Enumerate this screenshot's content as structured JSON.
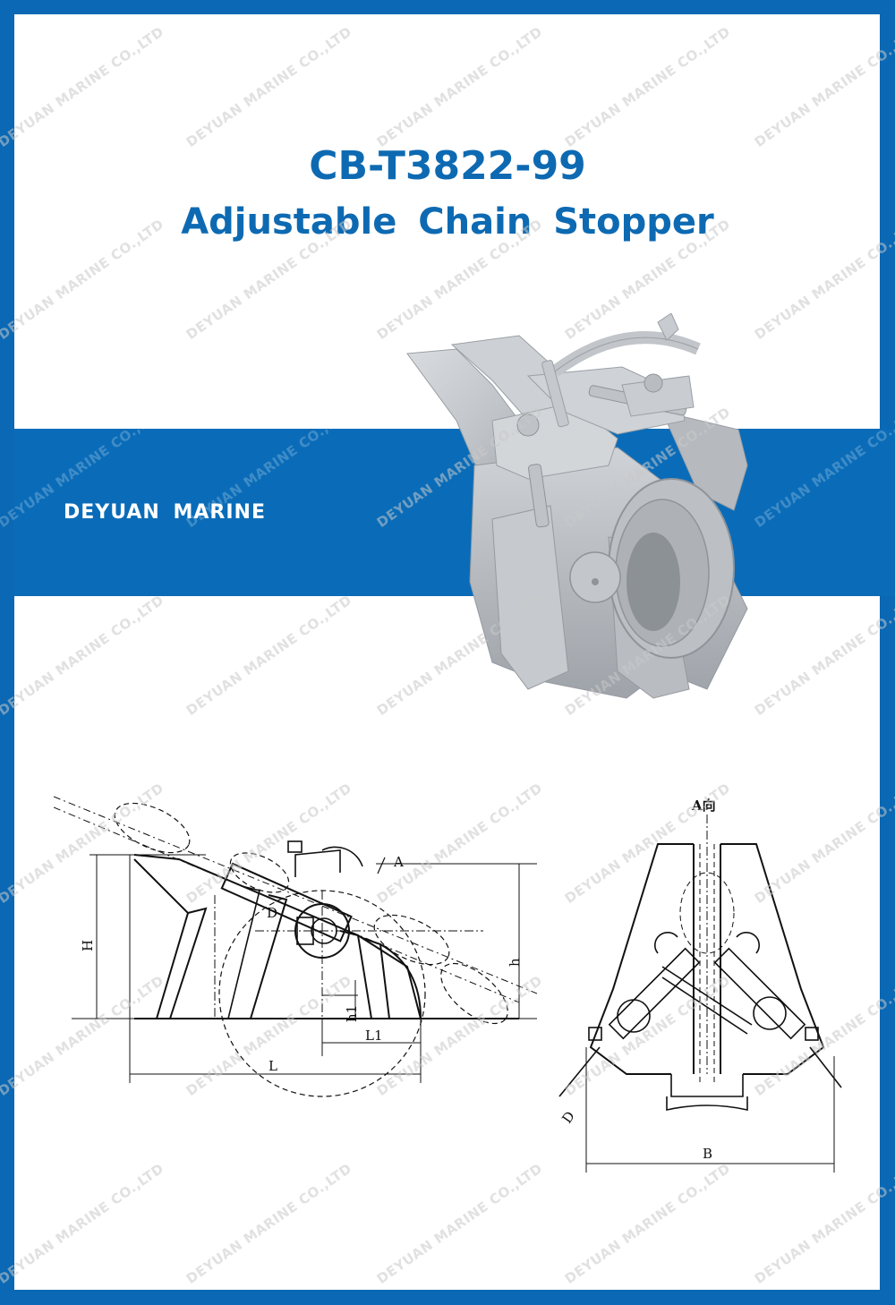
{
  "page": {
    "frame_color": "#0a68b4",
    "title_color": "#0d6ab2",
    "band_color": "#0a6cb8"
  },
  "header": {
    "standard_code": "CB-T3822-99",
    "product_name": "Adjustable Chain Stopper"
  },
  "banner": {
    "brand": "DEYUAN MARINE"
  },
  "watermark": {
    "text": "DEYUAN MARINE CO.,LTD"
  },
  "product_photo": {
    "alt": "adjustable-chain-stopper-photo",
    "color": "#c9ccd0"
  },
  "drawings": {
    "side_view": {
      "labels": {
        "H": "H",
        "h": "h",
        "h1": "h1",
        "L1": "L1",
        "L": "L",
        "D": "D",
        "A": "A"
      }
    },
    "front_view": {
      "view_label": "A向",
      "labels": {
        "B": "B",
        "D": "D"
      }
    }
  }
}
